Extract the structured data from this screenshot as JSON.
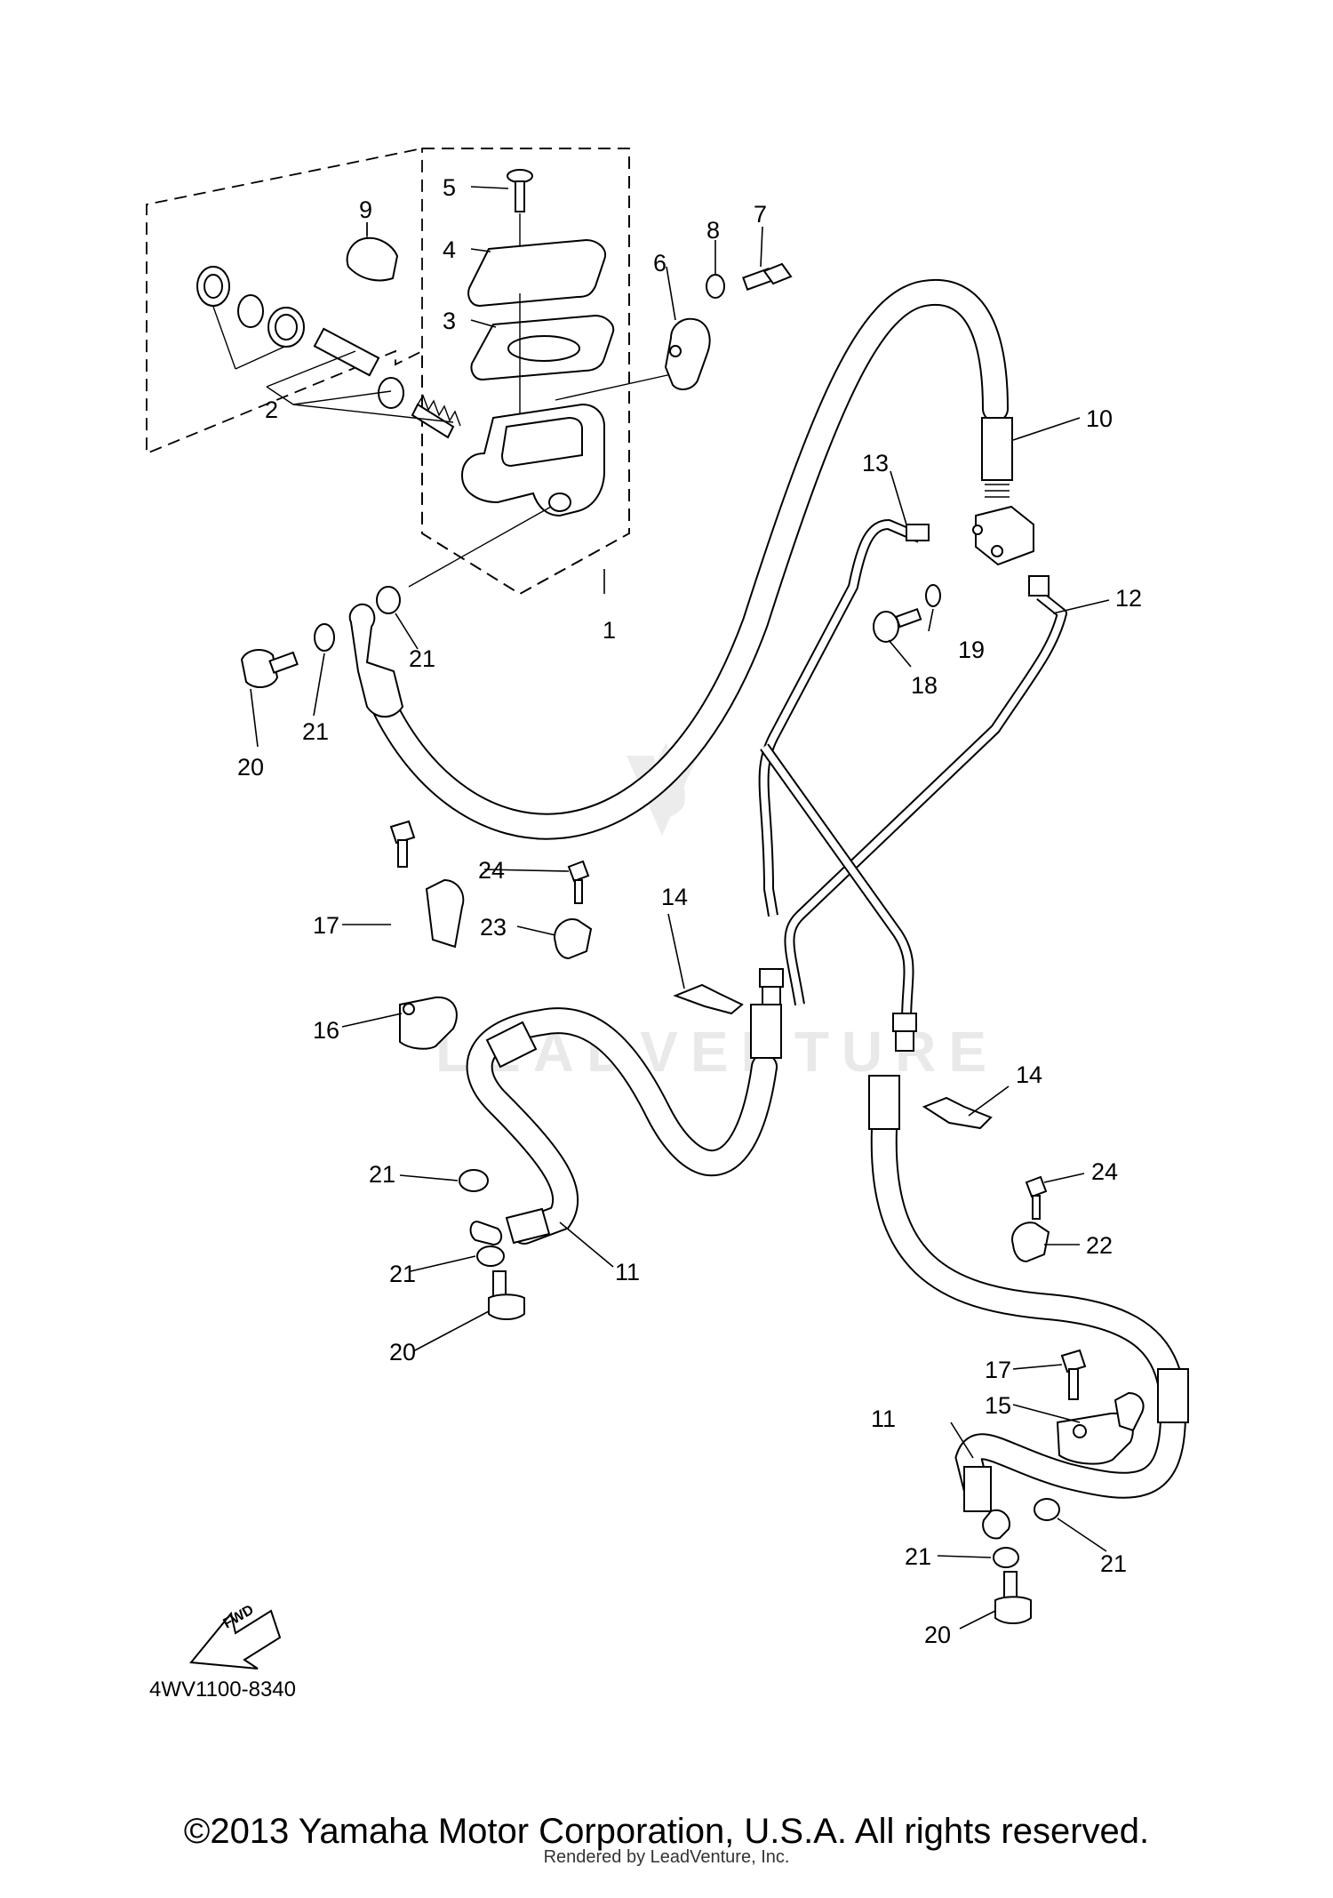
{
  "diagram": {
    "code": "4WV1100-8340",
    "fwd_label": "FWD",
    "watermark": "LEADVENTURE",
    "part_numbers": [
      "1",
      "2",
      "3",
      "4",
      "5",
      "6",
      "7",
      "8",
      "9",
      "10",
      "11",
      "12",
      "13",
      "14",
      "15",
      "16",
      "17",
      "18",
      "19",
      "20",
      "21",
      "22",
      "23",
      "24"
    ],
    "callouts": {
      "n1": "1",
      "n2": "2",
      "n3": "3",
      "n4": "4",
      "n5": "5",
      "n6": "6",
      "n7": "7",
      "n8": "8",
      "n9": "9",
      "n10": "10",
      "n11a": "11",
      "n11b": "11",
      "n12": "12",
      "n13": "13",
      "n14a": "14",
      "n14b": "14",
      "n15": "15",
      "n16": "16",
      "n17a": "17",
      "n17b": "17",
      "n18": "18",
      "n19": "19",
      "n20a": "20",
      "n20b": "20",
      "n20c": "20",
      "n21a": "21",
      "n21b": "21",
      "n21c": "21",
      "n21d": "21",
      "n21e": "21",
      "n21f": "21",
      "n22": "22",
      "n23": "23",
      "n24a": "24",
      "n24b": "24"
    }
  },
  "footer": {
    "copyright": "©2013 Yamaha Motor Corporation, U.S.A. All rights reserved.",
    "rendered_by": "Rendered by LeadVenture, Inc."
  }
}
